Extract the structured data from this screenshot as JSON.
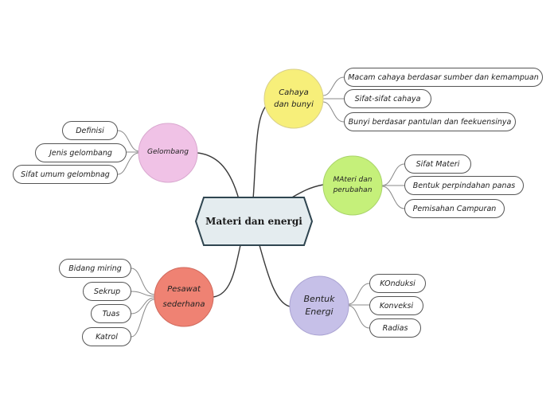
{
  "center": {
    "label": "Materi dan energi"
  },
  "branches": {
    "cahaya": {
      "label_line1": "Cahaya",
      "label_line2": "dan bunyi",
      "color": "#f7ef7a",
      "items": [
        "Macam cahaya berdasar sumber dan kemampuan",
        "Sifat-sifat cahaya",
        "Bunyi berdasar pantulan dan feekuensinya"
      ]
    },
    "gelombang": {
      "label": "Gelombang",
      "color": "#f0c2e6",
      "items": [
        "Definisi",
        "Jenis gelombang",
        "Sifat umum gelombnag"
      ]
    },
    "materi": {
      "label_line1": "MAteri dan",
      "label_line2": "perubahan",
      "color": "#c5f07a",
      "items": [
        "Sifat Materi",
        "Bentuk perpindahan panas",
        "Pemisahan Campuran"
      ]
    },
    "pesawat": {
      "label_line1": "Pesawat",
      "label_line2": "sederhana",
      "color": "#ef8273",
      "items": [
        "Bidang miring",
        "Sekrup",
        "Tuas",
        "Katrol"
      ]
    },
    "bentuk": {
      "label_line1": "Bentuk",
      "label_line2": "Energi",
      "color": "#c6c0e8",
      "items": [
        "KOnduksi",
        "Konveksi",
        "Radias"
      ]
    }
  }
}
